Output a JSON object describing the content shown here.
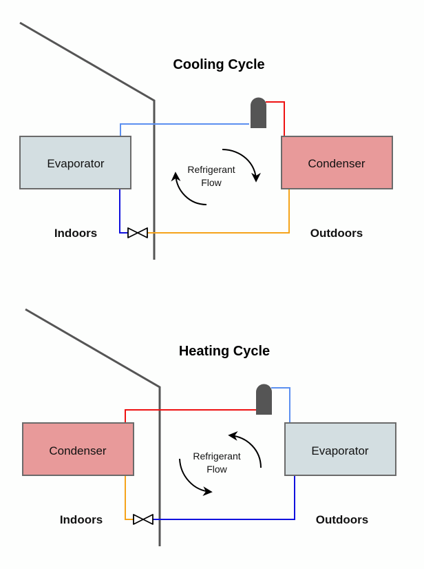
{
  "colors": {
    "wall": "#555555",
    "condenser_fill": "#e89a9a",
    "evaporator_fill": "#d3dee1",
    "box_stroke": "#6a6a6a",
    "compressor": "#555555",
    "hot_gas": "#ee1111",
    "cold_gas": "#5b8ff0",
    "warm_liquid": "#f5a31a",
    "cold_liquid": "#1010dd"
  },
  "cooling": {
    "title": "Cooling Cycle",
    "left_box": "Evaporator",
    "right_box": "Condenser",
    "flow_label_line1": "Refrigerant",
    "flow_label_line2": "Flow",
    "indoor_label": "Indoors",
    "outdoor_label": "Outdoors",
    "flow_direction": "clockwise"
  },
  "heating": {
    "title": "Heating Cycle",
    "left_box": "Condenser",
    "right_box": "Evaporator",
    "flow_label_line1": "Refrigerant",
    "flow_label_line2": "Flow",
    "indoor_label": "Indoors",
    "outdoor_label": "Outdoors",
    "flow_direction": "counterclockwise"
  }
}
